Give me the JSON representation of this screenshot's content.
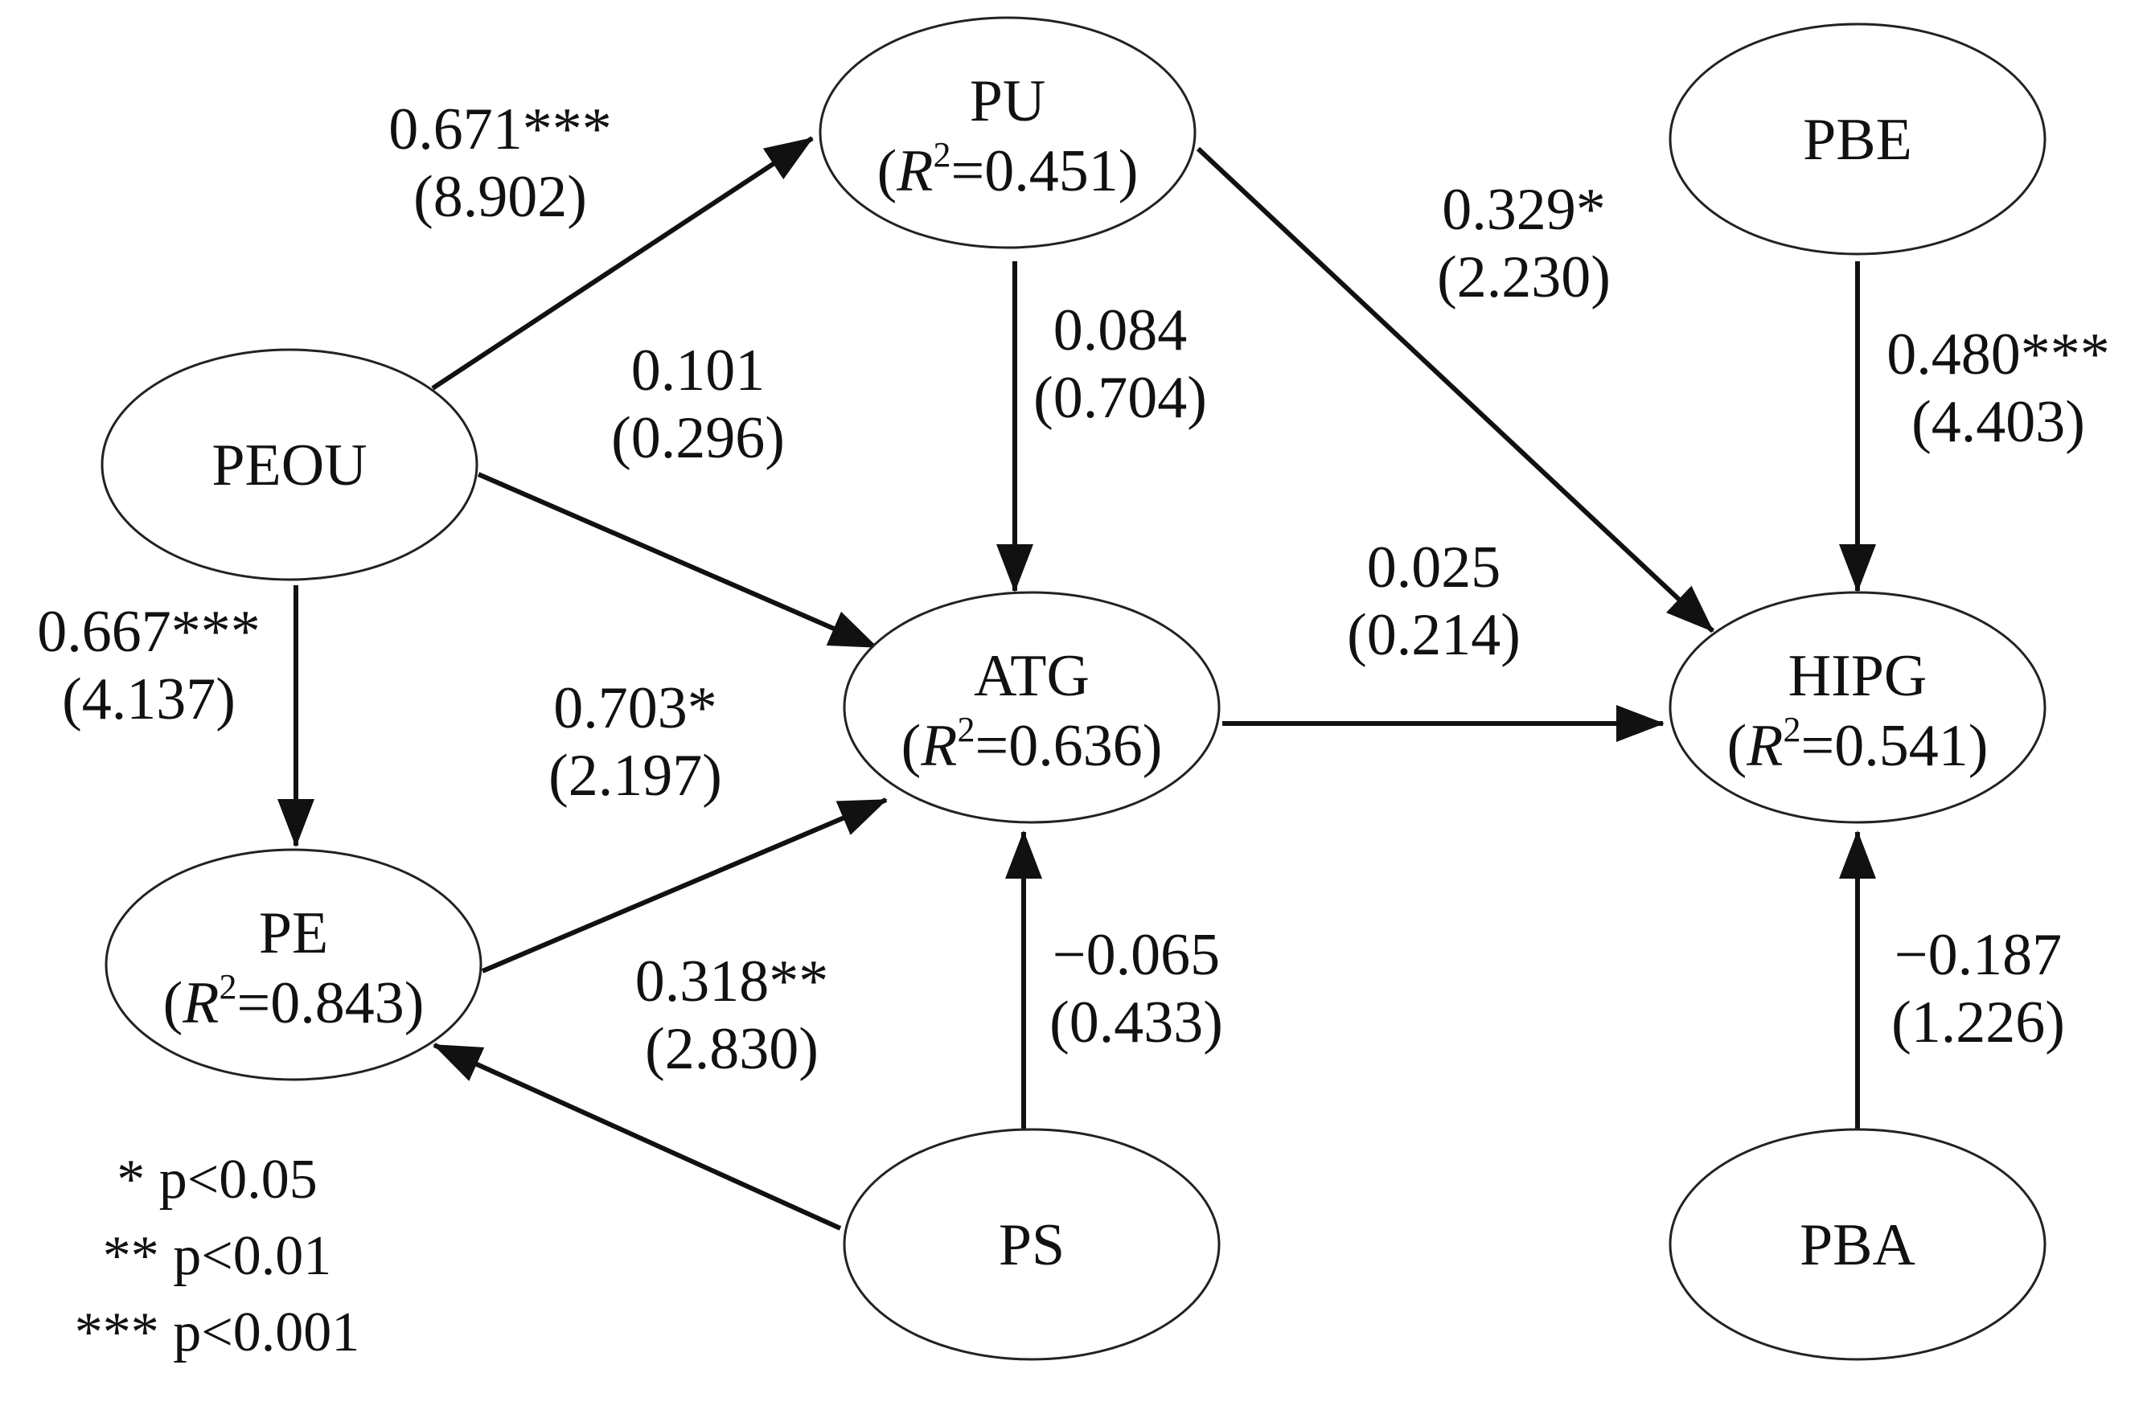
{
  "nodes": [
    {
      "id": "PU",
      "name": "PU",
      "r2": "0.451"
    },
    {
      "id": "PBE",
      "name": "PBE",
      "r2": ""
    },
    {
      "id": "PEOU",
      "name": "PEOU",
      "r2": ""
    },
    {
      "id": "ATG",
      "name": "ATG",
      "r2": "0.636"
    },
    {
      "id": "HIPG",
      "name": "HIPG",
      "r2": "0.541"
    },
    {
      "id": "PE",
      "name": "PE",
      "r2": "0.843"
    },
    {
      "id": "PS",
      "name": "PS",
      "r2": ""
    },
    {
      "id": "PBA",
      "name": "PBA",
      "r2": ""
    }
  ],
  "edges": [
    {
      "from": "PEOU",
      "to": "PU",
      "coef": "0.671***",
      "t": "(8.902)"
    },
    {
      "from": "PEOU",
      "to": "ATG",
      "coef": "0.101",
      "t": "(0.296)"
    },
    {
      "from": "PEOU",
      "to": "PE",
      "coef": "0.667***",
      "t": "(4.137)"
    },
    {
      "from": "PU",
      "to": "ATG",
      "coef": "0.084",
      "t": "(0.704)"
    },
    {
      "from": "PU",
      "to": "HIPG",
      "coef": "0.329*",
      "t": "(2.230)"
    },
    {
      "from": "PBE",
      "to": "HIPG",
      "coef": "0.480***",
      "t": "(4.403)"
    },
    {
      "from": "ATG",
      "to": "HIPG",
      "coef": "0.025",
      "t": "(0.214)"
    },
    {
      "from": "PE",
      "to": "ATG",
      "coef": "0.703*",
      "t": "(2.197)"
    },
    {
      "from": "PS",
      "to": "PE",
      "coef": "0.318**",
      "t": "(2.830)"
    },
    {
      "from": "PS",
      "to": "ATG",
      "coef": "−0.065",
      "t": "(0.433)"
    },
    {
      "from": "PBA",
      "to": "HIPG",
      "coef": "−0.187",
      "t": "(1.226)"
    }
  ],
  "legend": [
    "* p<0.05",
    "** p<0.01",
    "*** p<0.001"
  ]
}
